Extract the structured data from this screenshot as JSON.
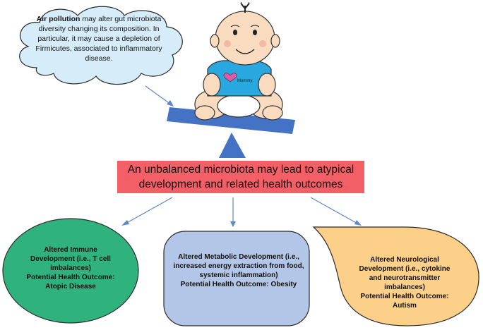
{
  "cloud": {
    "bold": "Air pollution",
    "rest": " may alter gut microbiota diversity changing its composition. In particular, it may cause a depletion of Firmicutes, associated to inflammatory disease."
  },
  "baby": {
    "shirt_label": "Mommy"
  },
  "banner": {
    "line1": "An unbalanced microbiota may lead to atypical",
    "line2": "development and related health outcomes"
  },
  "immune": {
    "lines": [
      "Altered  Immune",
      "Development (i.e., T cell",
      "imbalances)",
      "Potential Health Outcome:",
      "Atopic Disease"
    ]
  },
  "metabolic": {
    "lines": [
      "Altered  Metabolic Development (i.e.,",
      "increased energy extraction from food,",
      "systemic inflammation)",
      "Potential Health Outcome: Obesity"
    ]
  },
  "neuro": {
    "lines": [
      "Altered  Neurological",
      "Development (i.e., cytokine",
      "and neurotransmitter",
      "imbalances)",
      "Potential Health Outcome:",
      "Autism"
    ]
  },
  "colors": {
    "cloud_fill": "#d6ecf8",
    "seesaw": "#4472c4",
    "banner": "#f35f67",
    "immune_fill": "#2fb27e",
    "metabolic_fill": "#b4c6e7",
    "neuro_fill": "#fdd08a",
    "arrow": "#5a87c6"
  }
}
